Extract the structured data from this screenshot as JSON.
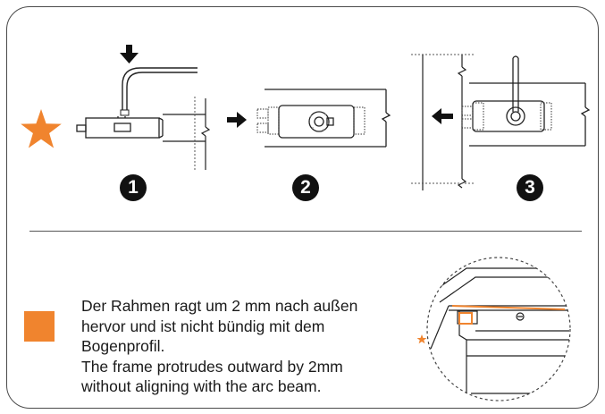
{
  "steps": [
    {
      "number": "1"
    },
    {
      "number": "2"
    },
    {
      "number": "3"
    }
  ],
  "note": {
    "lines": [
      "Der Rahmen ragt um 2 mm nach außen",
      "hervor und ist nicht bündig mit dem",
      "Bogenprofil.",
      "The frame protrudes outward by 2mm",
      "without aligning with the arc beam."
    ]
  },
  "colors": {
    "accent": "#f0842e",
    "line": "#222222",
    "number_badge": "#111111"
  },
  "icons": {
    "important": "star-icon",
    "note": "square-marker-icon"
  }
}
